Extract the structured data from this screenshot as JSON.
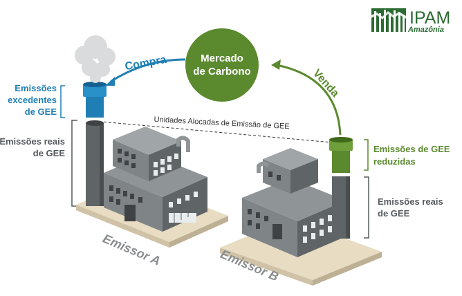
{
  "logo": {
    "name": "IPAM",
    "sub": "Amazônia"
  },
  "market": {
    "line1": "Mercado",
    "line2": "de Carbono"
  },
  "arrows": {
    "buy": "Compra",
    "sell": "Venda"
  },
  "allocated_line": "Unidades Alocadas de Emissão de GEE",
  "emitter_a": {
    "name": "Emissor A",
    "excess_label": [
      "Emissões",
      "excedentes",
      "de GEE"
    ],
    "real_label": [
      "Emissões reais",
      "de GEE"
    ]
  },
  "emitter_b": {
    "name": "Emissor B",
    "reduced_label": [
      "Emissões de GEE",
      "reduzidas"
    ],
    "real_label": [
      "Emissões reais",
      "de GEE"
    ]
  },
  "colors": {
    "blue": "#1f7fb4",
    "green": "#5b8a2e",
    "market": "#5b8a2e",
    "gray": "#555a5c"
  }
}
